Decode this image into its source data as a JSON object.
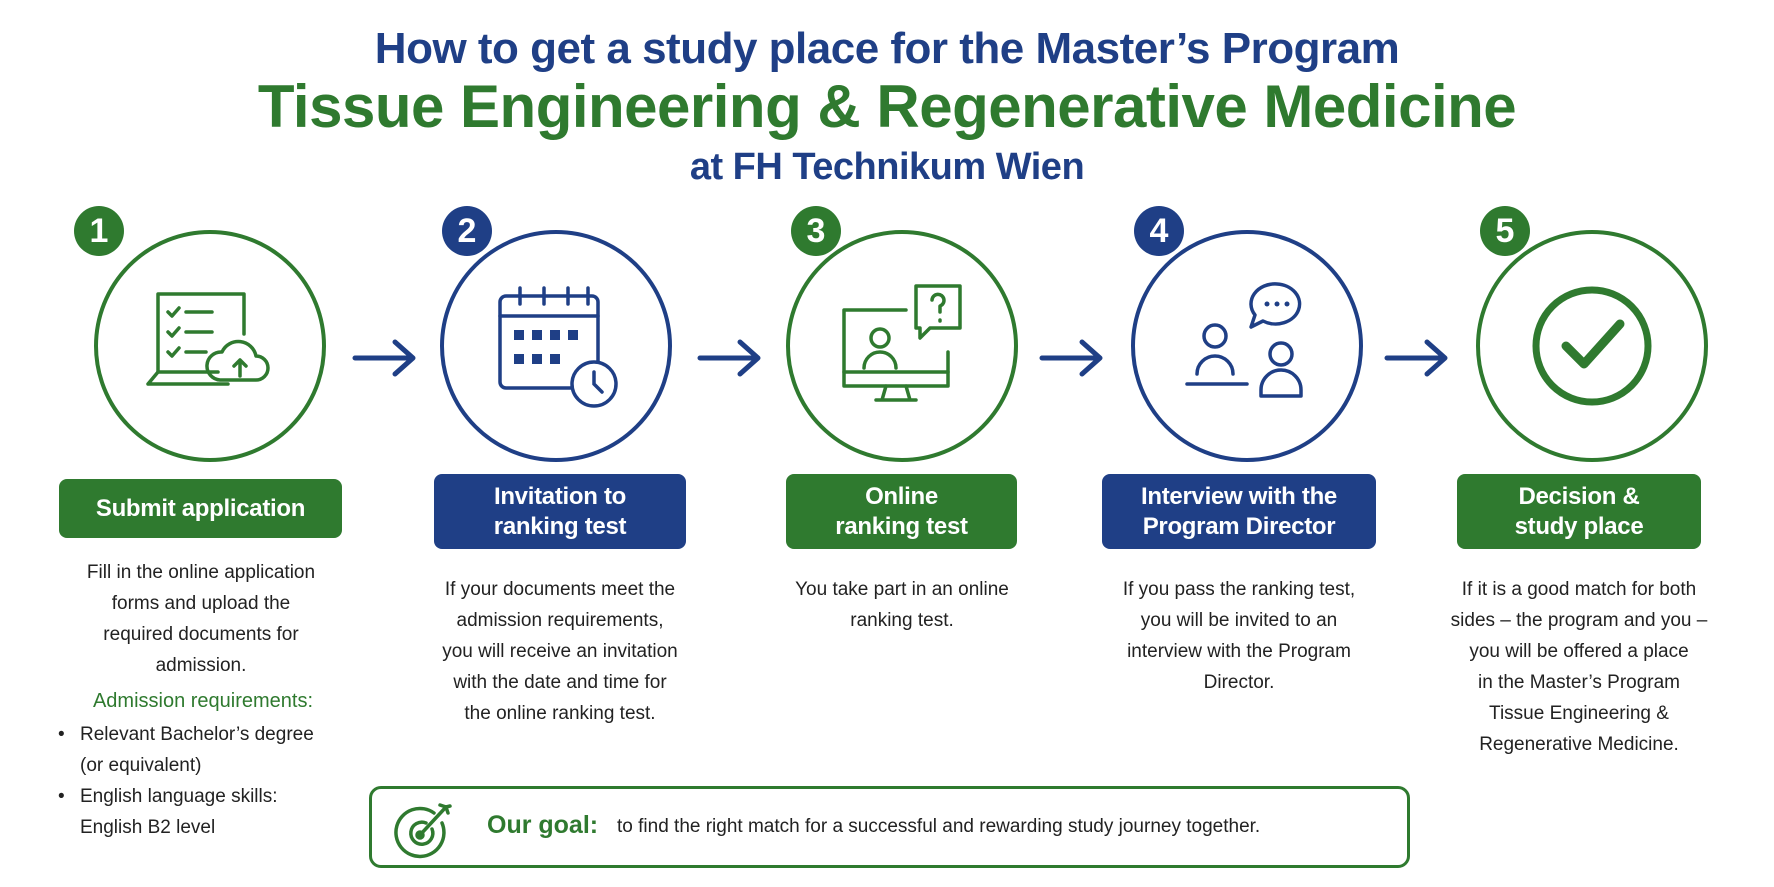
{
  "title": {
    "line1": "How to get a study place for the Master’s Program",
    "line2": "Tissue Engineering & Regenerative Medicine",
    "line3": "at FH Technikum Wien"
  },
  "colors": {
    "green": "#2f7a2f",
    "blue": "#1f3f86"
  },
  "steps": [
    {
      "number": "1",
      "icon": "laptop-checklist-upload-icon",
      "label_lines": [
        "Submit application"
      ],
      "desc_lines": [
        "Fill in the online application",
        "forms and upload the",
        "required documents for",
        "admission."
      ]
    },
    {
      "number": "2",
      "icon": "calendar-clock-icon",
      "label_lines": [
        "Invitation to",
        "ranking test"
      ],
      "desc_lines": [
        "If your documents meet the",
        "admission requirements,",
        "you will receive an invitation",
        "with the date and time for",
        "the online ranking test."
      ]
    },
    {
      "number": "3",
      "icon": "monitor-question-icon",
      "label_lines": [
        "Online",
        "ranking test"
      ],
      "desc_lines": [
        "You take part in an online",
        "ranking test."
      ]
    },
    {
      "number": "4",
      "icon": "interview-people-icon",
      "label_lines": [
        "Interview with the",
        "Program Director"
      ],
      "desc_lines": [
        "If you pass the ranking test,",
        "you will be invited to an",
        "interview with the Program",
        "Director."
      ]
    },
    {
      "number": "5",
      "icon": "checkmark-circle-icon",
      "label_lines": [
        "Decision &",
        "study place"
      ],
      "desc_lines": [
        "If it is a good match for both",
        "sides – the program and you –",
        "you will be offered a place",
        "in the Master’s Program",
        "Tissue Engineering &",
        "Regenerative Medicine."
      ]
    }
  ],
  "requirements": {
    "heading": "Admission requirements:",
    "items": [
      [
        "Relevant Bachelor’s degree",
        "(or equivalent)"
      ],
      [
        "English language skills:",
        "English B2 level"
      ]
    ]
  },
  "goal": {
    "label": "Our goal:",
    "text": "to find the right match for a successful and rewarding study journey together."
  }
}
